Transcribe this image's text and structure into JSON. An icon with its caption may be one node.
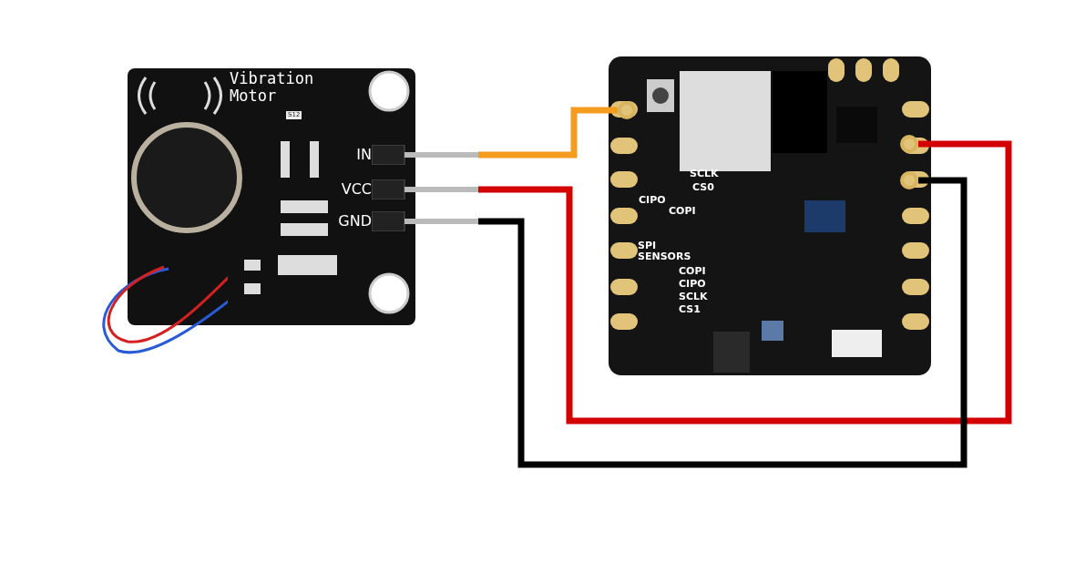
{
  "diagram": {
    "nodes": [
      {
        "text": [
          "Vibration Motor",
          "S12"
        ]
      },
      {
        "text": [
          "IN"
        ]
      },
      {
        "text": [
          "VCC"
        ]
      },
      {
        "text": [
          "GND"
        ]
      },
      {
        "text": [
          "SCLK",
          "CS0",
          "CIPO",
          "COPI",
          "SPI SENSORS",
          "COPI",
          "CIPO",
          "SCLK",
          "CS1"
        ]
      },
      {
        "text": [],
        "shape": "circle",
        "in": 4
      },
      {
        "text": [],
        "shape": "circle",
        "in": 4
      },
      {
        "text": [],
        "shape": "circle",
        "in": 4
      }
    ],
    "edges": [
      {
        "from": 1,
        "to": 5,
        "arrow": "none",
        "color": "#f39c1f"
      },
      {
        "from": 2,
        "to": 6,
        "arrow": "none",
        "color": "#d40000"
      },
      {
        "from": 3,
        "to": 7,
        "arrow": "none",
        "color": "#000000"
      }
    ]
  }
}
